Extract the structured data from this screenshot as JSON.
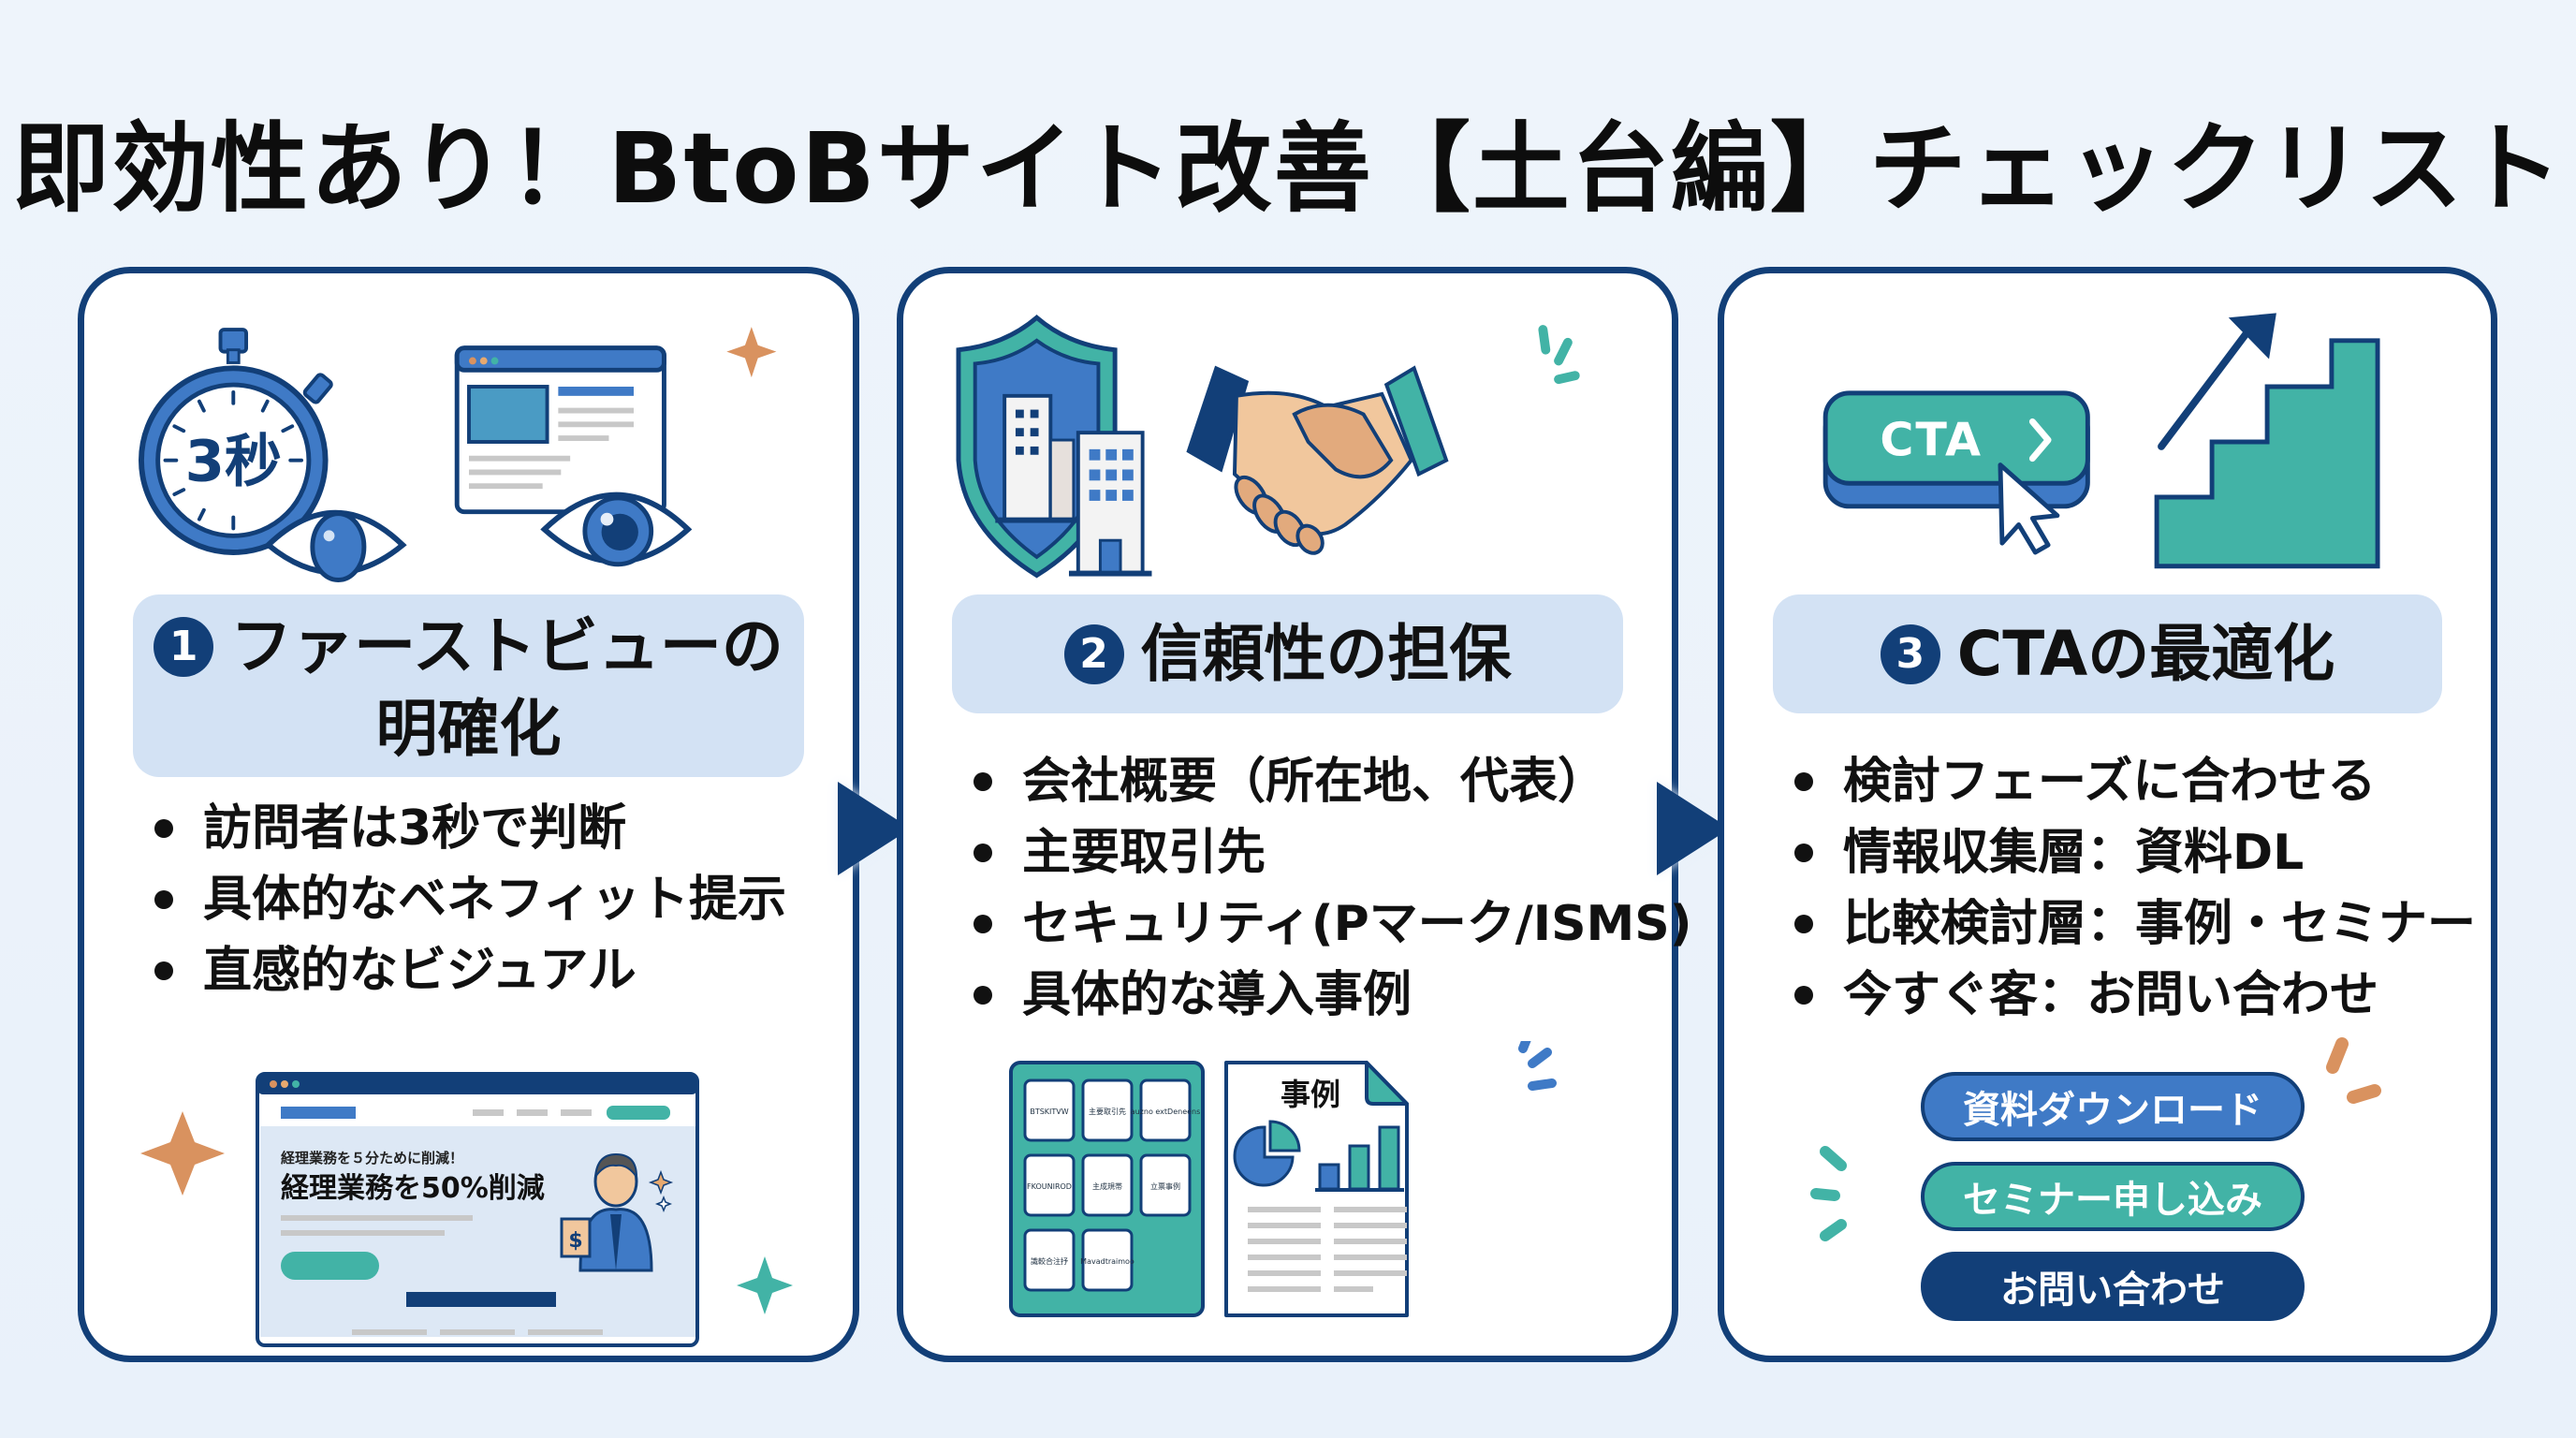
{
  "title": "即効性あり！BtoBサイト改善【土台編】チェックリスト",
  "colors": {
    "navy": "#123f78",
    "blue": "#3f7ac6",
    "teal": "#42b3a6",
    "heading_bg": "#d3e2f4",
    "orange": "#d9925f",
    "background": "#edf4fb"
  },
  "panels": [
    {
      "number": "1",
      "heading": "ファーストビューの明確化",
      "heading_line1": "ファーストビューの",
      "heading_line2": "明確化",
      "icons": [
        "stopwatch-icon",
        "eye-icon",
        "browser-window-icon",
        "sparkle-icon"
      ],
      "stopwatch_label": "3秒",
      "bullets": [
        "訪問者は3秒で判断",
        "具体的なベネフィット提示",
        "直感的なビジュアル"
      ],
      "mockup": {
        "subheadline": "経理業務を５分ために削減！",
        "headline": "経理業務を50%削減",
        "bag_symbol": "$"
      }
    },
    {
      "number": "2",
      "heading": "信頼性の担保",
      "icons": [
        "shield-building-icon",
        "handshake-icon"
      ],
      "bullets": [
        "会社概要（所在地、代表）",
        "主要取引先",
        "セキュリティ(Pマーク/ISMS)",
        "具体的な導入事例"
      ],
      "logo_grid": [
        "BTSKITVW",
        "主要取引先",
        "auzno extDeneens",
        "FKOUNIROD",
        "主成規帯",
        "立票事例",
        "識較合注抒",
        "Mavadtraimoo"
      ],
      "case_doc_label": "事例"
    },
    {
      "number": "3",
      "heading": "CTAの最適化",
      "icons": [
        "cta-button-icon",
        "cursor-icon",
        "stairs-up-icon"
      ],
      "cta_icon_label": "CTA",
      "bullets": [
        "検討フェーズに合わせる",
        "情報収集層：資料DL",
        "比較検討層：事例・セミナー",
        "今すぐ客：お問い合わせ"
      ],
      "buttons": [
        {
          "label": "資料ダウンロード",
          "color": "#3f7ac6"
        },
        {
          "label": "セミナー申し込み",
          "color": "#42b3a6"
        },
        {
          "label": "お問い合わせ",
          "color": "#123f78"
        }
      ]
    }
  ]
}
